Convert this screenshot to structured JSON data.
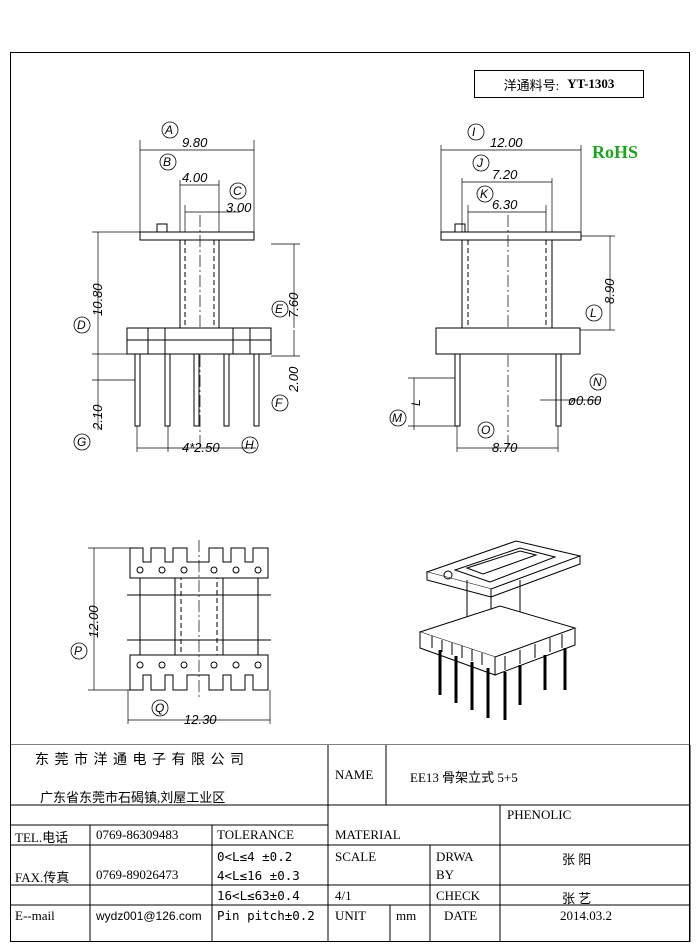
{
  "part_number": {
    "label": "洋通料号:",
    "value": "YT-1303"
  },
  "rohs": "RoHS",
  "dimensions": {
    "A": "9.80",
    "B": "4.00",
    "C": "3.00",
    "D": "10.80",
    "E": "7.60",
    "F": "2.00",
    "G": "2.10",
    "H": "4*2.50",
    "I": "12.00",
    "J": "7.20",
    "K": "6.30",
    "L": "8.90",
    "M_sym": "L",
    "N": "ø0.60",
    "O": "8.70",
    "P": "12.00",
    "Q": "12.30"
  },
  "callouts": [
    "A",
    "B",
    "C",
    "D",
    "E",
    "F",
    "G",
    "H",
    "I",
    "J",
    "K",
    "L",
    "M",
    "N",
    "O",
    "P",
    "Q"
  ],
  "title_block": {
    "company": "东 莞 市 洋 通 电 子 有 限 公 司",
    "address": "广东省东莞市石碣镇,刘屋工业区",
    "tel_label": "TEL.电话",
    "tel": "0769-86309483",
    "fax_label": "FAX.传真",
    "fax": "0769-89026473",
    "email_label": "E--mail",
    "email": "wydz001@126.com",
    "tolerance_label": "TOLERANCE",
    "tolerance": [
      "0<L≤4   ±0.2",
      "4<L≤16  ±0.3",
      "16<L≤63±0.4",
      "Pin pitch±0.2"
    ],
    "name_label": "NAME",
    "name": "EE13 骨架立式 5+5",
    "material_label": "MATERIAL",
    "material": "PHENOLIC",
    "scale_label": "SCALE",
    "scale": "4/1",
    "unit_label": "UNIT",
    "unit": "mm",
    "drawn_label_1": "DRWA",
    "drawn_label_2": "BY",
    "drawn_by": "张 阳",
    "check_label": "CHECK",
    "checked_by": "张 艺",
    "date_label": "DATE",
    "date": "2014.03.2"
  }
}
